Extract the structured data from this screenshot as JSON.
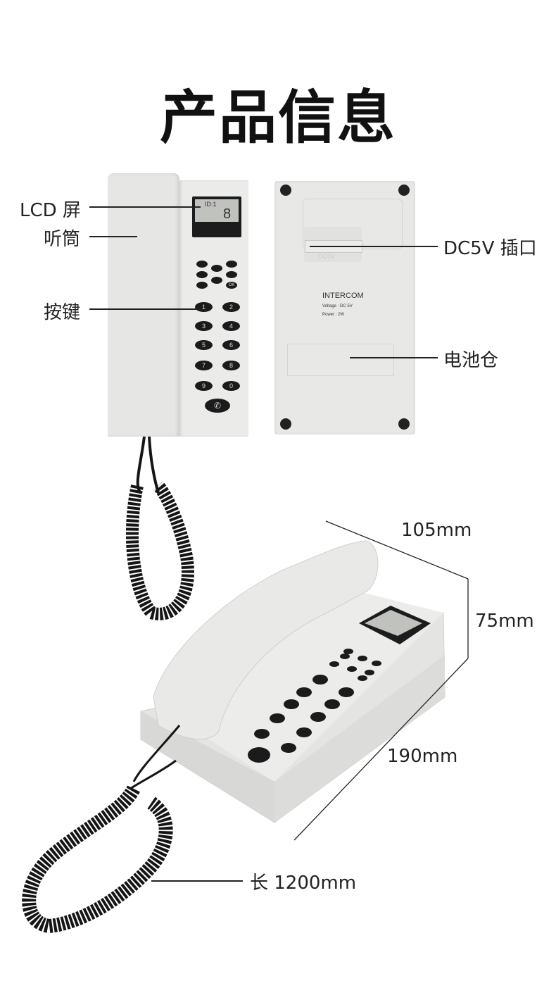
{
  "title": "产品信息",
  "labels": {
    "lcd": "LCD 屏",
    "handset": "听筒",
    "keys": "按键",
    "dc_port": "DC5V 插口",
    "battery": "电池仓",
    "width": "105mm",
    "height": "75mm",
    "length": "190mm",
    "cord": "长 1200mm"
  },
  "front_phone": {
    "lcd_text": "ID:1",
    "lcd_digit": "8",
    "keypad": [
      "1",
      "2",
      "3",
      "4",
      "5",
      "6",
      "7",
      "8",
      "9",
      "0"
    ],
    "ok_key": "OK"
  },
  "back_panel": {
    "brand": "INTERCOM",
    "voltage": "Voltage : DC 5V",
    "power": "Power : 2W",
    "port_marking": "DC5V"
  },
  "colors": {
    "body": "#e4e5e3",
    "keys": "#1b1b1b",
    "cord": "#151515"
  }
}
